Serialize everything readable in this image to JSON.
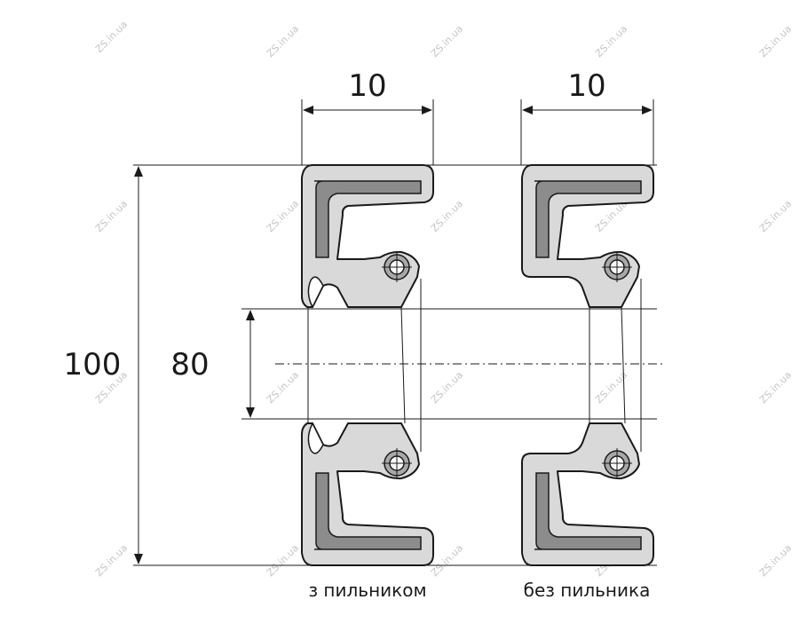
{
  "dimensions": {
    "width_left": "10",
    "width_right": "10",
    "outer_diameter": "100",
    "inner_diameter": "80"
  },
  "captions": {
    "with_dust_lip": "з пильником",
    "without_dust_lip": "без пильника"
  },
  "watermark": "ZS.in.ua",
  "colors": {
    "seal_body": "#d9d9d9",
    "metal_insert": "#8c8c8c",
    "lines": "#1a1a1a"
  }
}
